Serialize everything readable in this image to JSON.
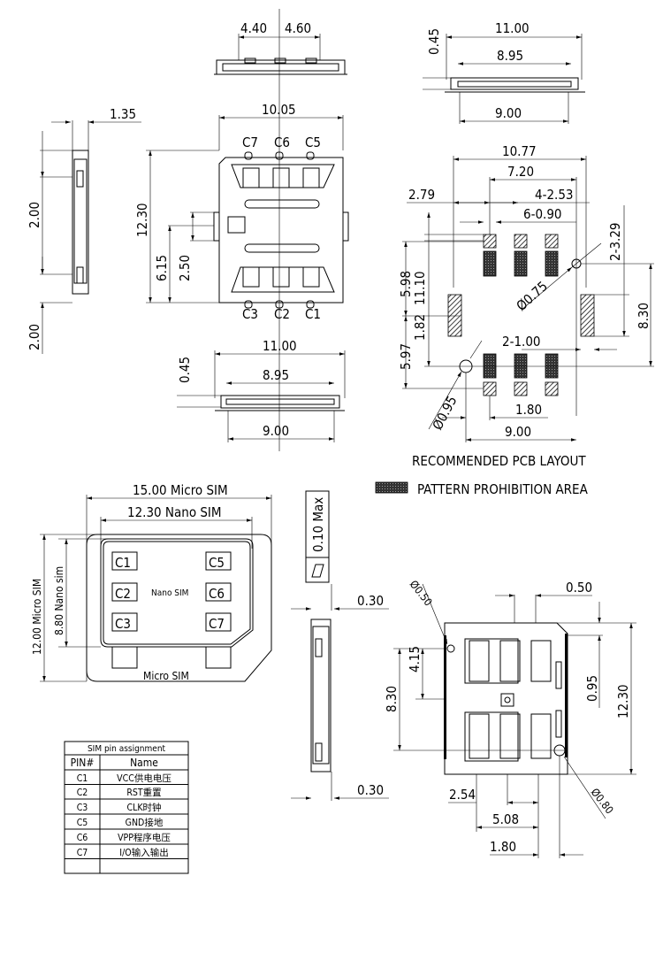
{
  "top_view": {
    "dim_left": "4.40",
    "dim_right": "4.60"
  },
  "right_top_view": {
    "height": "0.45",
    "overall": "11.00",
    "inner": "8.95",
    "base": "9.00"
  },
  "left_side_view": {
    "thickness": "1.35",
    "pitch_upper": "2.00",
    "pitch_lower": "2.00"
  },
  "front_view": {
    "width": "10.05",
    "height": "12.30",
    "offset": "6.15",
    "slot": "2.50",
    "pins_top": [
      "C7",
      "C6",
      "C5"
    ],
    "pins_bottom": [
      "C3",
      "C2",
      "C1"
    ]
  },
  "bottom_side_view": {
    "overall": "11.00",
    "height": "0.45",
    "inner": "8.95",
    "base": "9.00"
  },
  "pcb_layout": {
    "overall": "10.77",
    "span": "7.20",
    "left": "2.79",
    "pitch": "4-2.53",
    "pad_width": "6-0.90",
    "side_pad": "2-3.29",
    "hole_small": "Ø0.75",
    "upper": "5.98",
    "center": "1.82",
    "total": "11.10",
    "lower": "5.97",
    "side_span": "8.30",
    "side_width": "2-1.00",
    "hole_large": "Ø0.95",
    "hole_offset": "1.80",
    "base": "9.00",
    "title": "RECOMMENDED PCB LAYOUT",
    "legend": "PATTERN PROHIBITION AREA"
  },
  "sim_card": {
    "micro_width": "15.00 Micro SIM",
    "nano_width": "12.30 Nano SIM",
    "micro_height": "12.00 Micro SIM",
    "nano_height": "8.80 Nano sim",
    "contacts": [
      "C1",
      "C2",
      "C3",
      "C5",
      "C6",
      "C7"
    ],
    "nano_label": "Nano SIM",
    "micro_label": "Micro SIM"
  },
  "side_view_2": {
    "flatness": "0.10 Max",
    "gap_top": "0.30",
    "gap_bottom": "0.30"
  },
  "bottom_view": {
    "hole_small": "Ø0.50",
    "edge": "0.50",
    "half": "4.15",
    "span": "8.30",
    "offset": "0.95",
    "height": "12.30",
    "pitch1": "2.54",
    "pitch2": "5.08",
    "hole_offset": "1.80",
    "hole_large": "Ø0.80"
  },
  "pin_table": {
    "title": "SIM pin assignment",
    "headers": [
      "PIN#",
      "Name"
    ],
    "rows": [
      [
        "C1",
        "VCC供电电压"
      ],
      [
        "C2",
        "RST重置"
      ],
      [
        "C3",
        "CLK时钟"
      ],
      [
        "C5",
        "GND接地"
      ],
      [
        "C6",
        "VPP程序电压"
      ],
      [
        "C7",
        "I/O输入输出"
      ]
    ]
  }
}
